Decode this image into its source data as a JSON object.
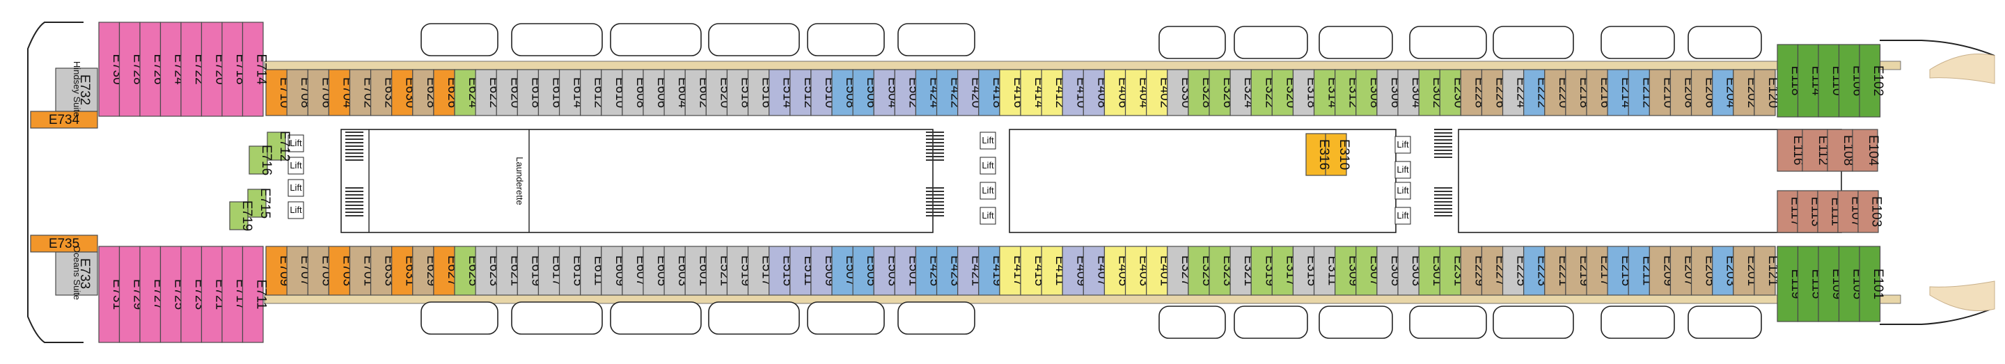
{
  "colors": {
    "grey": "#c8c8c8",
    "tan": "#c9ad86",
    "orange": "#f2962a",
    "green": "#a7cf6a",
    "dkgreen": "#5fa83b",
    "yellow": "#f6ef82",
    "blue": "#7fb2de",
    "lavender": "#b3b8db",
    "pink": "#ec72b2",
    "brown": "#c98a78",
    "amber": "#f7b726"
  },
  "labels": {
    "launderette": "Launderette",
    "lift": "Lift",
    "suite_top": "Hindsey Suite",
    "suite_bottom": "Oceans Suite"
  },
  "cabins": {
    "top_row": [
      {
        "id": "E710",
        "c": "orange"
      },
      {
        "id": "E708",
        "c": "tan"
      },
      {
        "id": "E706",
        "c": "tan"
      },
      {
        "id": "E704",
        "c": "orange"
      },
      {
        "id": "E702",
        "c": "tan"
      },
      {
        "id": "E632",
        "c": "tan"
      },
      {
        "id": "E630",
        "c": "orange"
      },
      {
        "id": "E628",
        "c": "tan"
      },
      {
        "id": "E626",
        "c": "orange"
      },
      {
        "id": "E624",
        "c": "green"
      },
      {
        "id": "E622",
        "c": "grey"
      },
      {
        "id": "E620",
        "c": "grey"
      },
      {
        "id": "E618",
        "c": "grey"
      },
      {
        "id": "E616",
        "c": "grey"
      },
      {
        "id": "E614",
        "c": "grey"
      },
      {
        "id": "E612",
        "c": "grey"
      },
      {
        "id": "E610",
        "c": "grey"
      },
      {
        "id": "E608",
        "c": "grey"
      },
      {
        "id": "E606",
        "c": "grey"
      },
      {
        "id": "E604",
        "c": "grey"
      },
      {
        "id": "E602",
        "c": "grey"
      },
      {
        "id": "E520",
        "c": "grey"
      },
      {
        "id": "E518",
        "c": "grey"
      },
      {
        "id": "E516",
        "c": "grey"
      },
      {
        "id": "E514",
        "c": "lavender"
      },
      {
        "id": "E512",
        "c": "lavender"
      },
      {
        "id": "E510",
        "c": "lavender"
      },
      {
        "id": "E508",
        "c": "blue"
      },
      {
        "id": "E506",
        "c": "blue"
      },
      {
        "id": "E504",
        "c": "lavender"
      },
      {
        "id": "E502",
        "c": "lavender"
      },
      {
        "id": "E424",
        "c": "blue"
      },
      {
        "id": "E422",
        "c": "blue"
      },
      {
        "id": "E420",
        "c": "lavender"
      },
      {
        "id": "E418",
        "c": "blue"
      },
      {
        "id": "E416",
        "c": "yellow"
      },
      {
        "id": "E414",
        "c": "yellow"
      },
      {
        "id": "E412",
        "c": "yellow"
      },
      {
        "id": "E410",
        "c": "lavender"
      },
      {
        "id": "E408",
        "c": "lavender"
      },
      {
        "id": "E406",
        "c": "yellow"
      },
      {
        "id": "E404",
        "c": "yellow"
      },
      {
        "id": "E402",
        "c": "yellow"
      },
      {
        "id": "E330",
        "c": "grey"
      },
      {
        "id": "E328",
        "c": "green"
      },
      {
        "id": "E326",
        "c": "green"
      },
      {
        "id": "E324",
        "c": "grey"
      },
      {
        "id": "E322",
        "c": "green"
      },
      {
        "id": "E320",
        "c": "green"
      },
      {
        "id": "E318",
        "c": "grey"
      },
      {
        "id": "E314",
        "c": "green"
      },
      {
        "id": "E312",
        "c": "green"
      },
      {
        "id": "E308",
        "c": "green"
      },
      {
        "id": "E306",
        "c": "grey"
      },
      {
        "id": "E304",
        "c": "grey"
      },
      {
        "id": "E302",
        "c": "green"
      },
      {
        "id": "E230",
        "c": "green"
      },
      {
        "id": "E228",
        "c": "tan"
      },
      {
        "id": "E226",
        "c": "tan"
      },
      {
        "id": "E224",
        "c": "grey"
      },
      {
        "id": "E222",
        "c": "blue"
      },
      {
        "id": "E220",
        "c": "tan"
      },
      {
        "id": "E218",
        "c": "tan"
      },
      {
        "id": "E216",
        "c": "tan"
      },
      {
        "id": "E214",
        "c": "blue"
      },
      {
        "id": "E212",
        "c": "blue"
      },
      {
        "id": "E210",
        "c": "tan"
      },
      {
        "id": "E208",
        "c": "tan"
      },
      {
        "id": "E206",
        "c": "tan"
      },
      {
        "id": "E204",
        "c": "blue"
      },
      {
        "id": "E202",
        "c": "tan"
      },
      {
        "id": "E120",
        "c": "tan"
      }
    ],
    "bottom_row": [
      {
        "id": "E709",
        "c": "orange"
      },
      {
        "id": "E707",
        "c": "tan"
      },
      {
        "id": "E705",
        "c": "tan"
      },
      {
        "id": "E703",
        "c": "orange"
      },
      {
        "id": "E701",
        "c": "tan"
      },
      {
        "id": "E633",
        "c": "tan"
      },
      {
        "id": "E631",
        "c": "orange"
      },
      {
        "id": "E629",
        "c": "tan"
      },
      {
        "id": "E627",
        "c": "orange"
      },
      {
        "id": "E625",
        "c": "green"
      },
      {
        "id": "E623",
        "c": "grey"
      },
      {
        "id": "E621",
        "c": "grey"
      },
      {
        "id": "E619",
        "c": "grey"
      },
      {
        "id": "E617",
        "c": "grey"
      },
      {
        "id": "E615",
        "c": "grey"
      },
      {
        "id": "E611",
        "c": "grey"
      },
      {
        "id": "E609",
        "c": "grey"
      },
      {
        "id": "E607",
        "c": "grey"
      },
      {
        "id": "E605",
        "c": "grey"
      },
      {
        "id": "E603",
        "c": "grey"
      },
      {
        "id": "E601",
        "c": "grey"
      },
      {
        "id": "E521",
        "c": "grey"
      },
      {
        "id": "E519",
        "c": "grey"
      },
      {
        "id": "E517",
        "c": "grey"
      },
      {
        "id": "E515",
        "c": "lavender"
      },
      {
        "id": "E511",
        "c": "lavender"
      },
      {
        "id": "E509",
        "c": "lavender"
      },
      {
        "id": "E507",
        "c": "blue"
      },
      {
        "id": "E505",
        "c": "blue"
      },
      {
        "id": "E503",
        "c": "lavender"
      },
      {
        "id": "E501",
        "c": "lavender"
      },
      {
        "id": "E425",
        "c": "blue"
      },
      {
        "id": "E423",
        "c": "blue"
      },
      {
        "id": "E421",
        "c": "lavender"
      },
      {
        "id": "E419",
        "c": "blue"
      },
      {
        "id": "E417",
        "c": "yellow"
      },
      {
        "id": "E415",
        "c": "yellow"
      },
      {
        "id": "E411",
        "c": "yellow"
      },
      {
        "id": "E409",
        "c": "lavender"
      },
      {
        "id": "E407",
        "c": "lavender"
      },
      {
        "id": "E405",
        "c": "yellow"
      },
      {
        "id": "E403",
        "c": "yellow"
      },
      {
        "id": "E401",
        "c": "yellow"
      },
      {
        "id": "E327",
        "c": "grey"
      },
      {
        "id": "E325",
        "c": "green"
      },
      {
        "id": "E323",
        "c": "green"
      },
      {
        "id": "E321",
        "c": "grey"
      },
      {
        "id": "E319",
        "c": "green"
      },
      {
        "id": "E317",
        "c": "green"
      },
      {
        "id": "E315",
        "c": "grey"
      },
      {
        "id": "E311",
        "c": "grey"
      },
      {
        "id": "E309",
        "c": "green"
      },
      {
        "id": "E307",
        "c": "green"
      },
      {
        "id": "E305",
        "c": "grey"
      },
      {
        "id": "E303",
        "c": "grey"
      },
      {
        "id": "E301",
        "c": "green"
      },
      {
        "id": "E231",
        "c": "green"
      },
      {
        "id": "E229",
        "c": "tan"
      },
      {
        "id": "E227",
        "c": "tan"
      },
      {
        "id": "E225",
        "c": "grey"
      },
      {
        "id": "E223",
        "c": "blue"
      },
      {
        "id": "E221",
        "c": "tan"
      },
      {
        "id": "E219",
        "c": "tan"
      },
      {
        "id": "E217",
        "c": "tan"
      },
      {
        "id": "E215",
        "c": "blue"
      },
      {
        "id": "E211",
        "c": "blue"
      },
      {
        "id": "E209",
        "c": "tan"
      },
      {
        "id": "E207",
        "c": "tan"
      },
      {
        "id": "E205",
        "c": "tan"
      },
      {
        "id": "E203",
        "c": "blue"
      },
      {
        "id": "E201",
        "c": "tan"
      },
      {
        "id": "E121",
        "c": "tan"
      }
    ],
    "aft_top_pink": [
      "E730",
      "E728",
      "E726",
      "E724",
      "E722",
      "E720",
      "E718",
      "E714"
    ],
    "aft_bottom_pink": [
      "E731",
      "E729",
      "E727",
      "E725",
      "E723",
      "E721",
      "E717",
      "E711"
    ],
    "aft_suites": [
      {
        "id": "E732",
        "c": "grey"
      },
      {
        "id": "E734",
        "c": "orange"
      },
      {
        "id": "E735",
        "c": "orange"
      },
      {
        "id": "E733",
        "c": "grey"
      }
    ],
    "aft_inner": [
      {
        "id": "E712",
        "c": "green"
      },
      {
        "id": "E716",
        "c": "green"
      },
      {
        "id": "E715",
        "c": "green"
      },
      {
        "id": "E719",
        "c": "green"
      }
    ],
    "mid_inner": [
      {
        "id": "E310",
        "c": "amber"
      },
      {
        "id": "E316",
        "c": "amber"
      }
    ],
    "fwd_top_green": [
      "E118",
      "E114",
      "E110",
      "E106",
      "E102"
    ],
    "fwd_bottom_green": [
      "E119",
      "E115",
      "E109",
      "E105",
      "E101"
    ],
    "fwd_inner_top": [
      "E116",
      "E112",
      "E108",
      "E104"
    ],
    "fwd_inner_bottom": [
      "E117",
      "E113",
      "E111",
      "E107",
      "E103"
    ]
  }
}
